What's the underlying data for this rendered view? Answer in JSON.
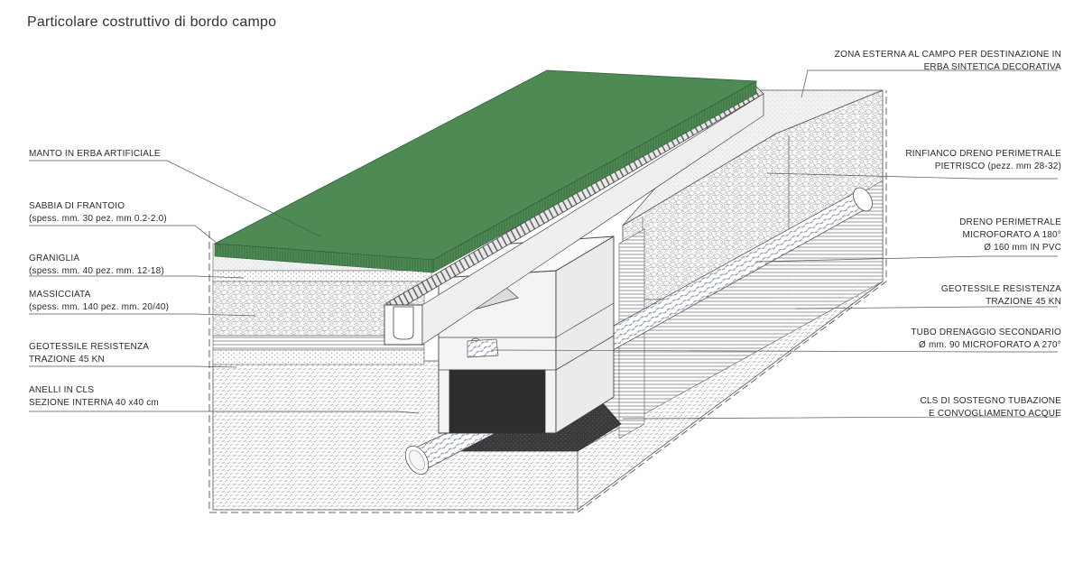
{
  "title": "Particolare costruttivo di bordo campo",
  "colors": {
    "turf": "#4f8a55",
    "turf_edge": "#3f7446",
    "line": "#444444",
    "concrete": "#f4f4f4",
    "dark_concrete": "#3a3a3a"
  },
  "labels_left": [
    {
      "lines": [
        "MANTO IN ERBA ARTIFICIALE"
      ]
    },
    {
      "lines": [
        "SABBIA DI FRANTOIO",
        "(spess. mm. 30 pez. mm 0.2-2.0)"
      ]
    },
    {
      "lines": [
        "GRANIGLIA",
        "(spess. mm. 40 pez. mm. 12-18)"
      ]
    },
    {
      "lines": [
        "MASSICCIATA",
        "(spess. mm. 140 pez. mm. 20/40)"
      ]
    },
    {
      "lines": [
        "GEOTESSILE RESISTENZA",
        "TRAZIONE 45 KN"
      ]
    },
    {
      "lines": [
        "ANELLI IN CLS",
        "SEZIONE INTERNA 40 x40 cm"
      ]
    }
  ],
  "labels_right": [
    {
      "lines": [
        "ZONA ESTERNA AL CAMPO PER DESTINAZIONE IN",
        "ERBA SINTETICA DECORATIVA"
      ]
    },
    {
      "lines": [
        "RINFIANCO DRENO PERIMETRALE",
        "PIETRISCO (pezz. mm 28-32)"
      ]
    },
    {
      "lines": [
        "DRENO PERIMETRALE",
        "MICROFORATO A 180°",
        "Ø 160 mm IN PVC"
      ]
    },
    {
      "lines": [
        "GEOTESSILE RESISTENZA",
        "TRAZIONE 45 KN"
      ]
    },
    {
      "lines": [
        "TUBO DRENAGGIO SECONDARIO",
        "Ø mm. 90 MICROFORATO A 270°"
      ]
    },
    {
      "lines": [
        "CLS DI SOSTEGNO TUBAZIONE",
        "E CONVOGLIAMENTO ACQUE"
      ]
    }
  ]
}
